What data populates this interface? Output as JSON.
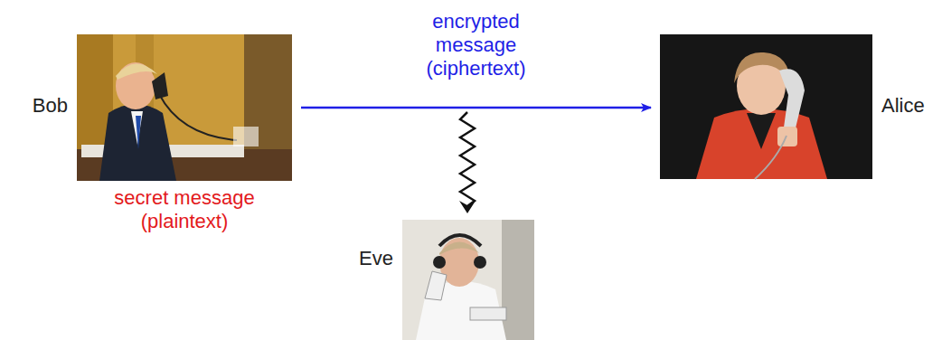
{
  "diagram": {
    "nodes": [
      {
        "text": [
          "Bob",
          "secret message (plaintext)"
        ]
      },
      {
        "text": [
          "Alice"
        ]
      },
      {
        "text": [
          "Eve"
        ]
      }
    ],
    "edges": [
      {
        "from": 0,
        "to": 1,
        "arrow": "to",
        "label": "encrypted message (ciphertext)"
      }
    ]
  }
}
